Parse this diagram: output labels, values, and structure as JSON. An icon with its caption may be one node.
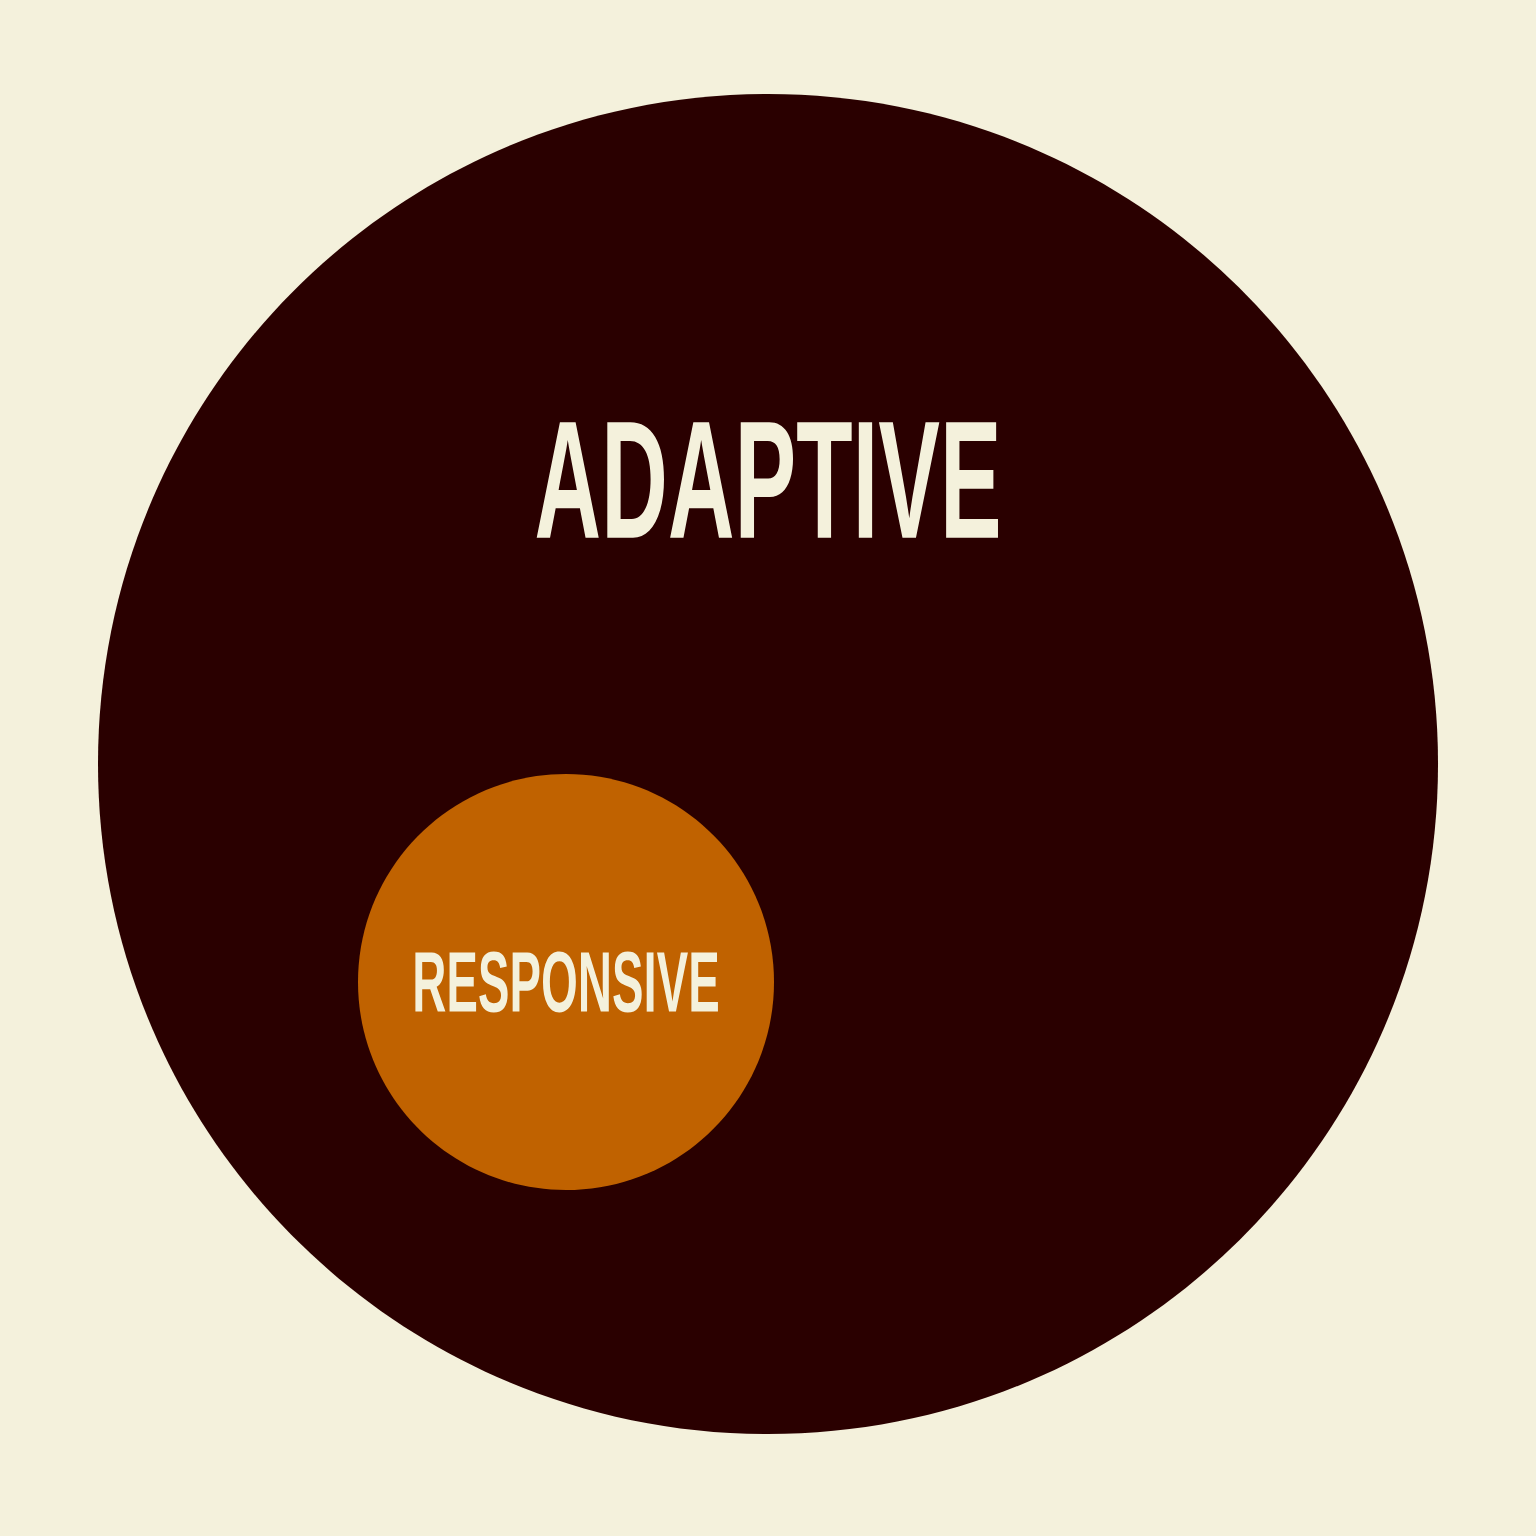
{
  "diagram": {
    "nodes": [
      {
        "text": [
          "ADAPTIVE"
        ]
      },
      {
        "text": [
          "RESPONSIVE"
        ],
        "in": 0
      }
    ]
  }
}
